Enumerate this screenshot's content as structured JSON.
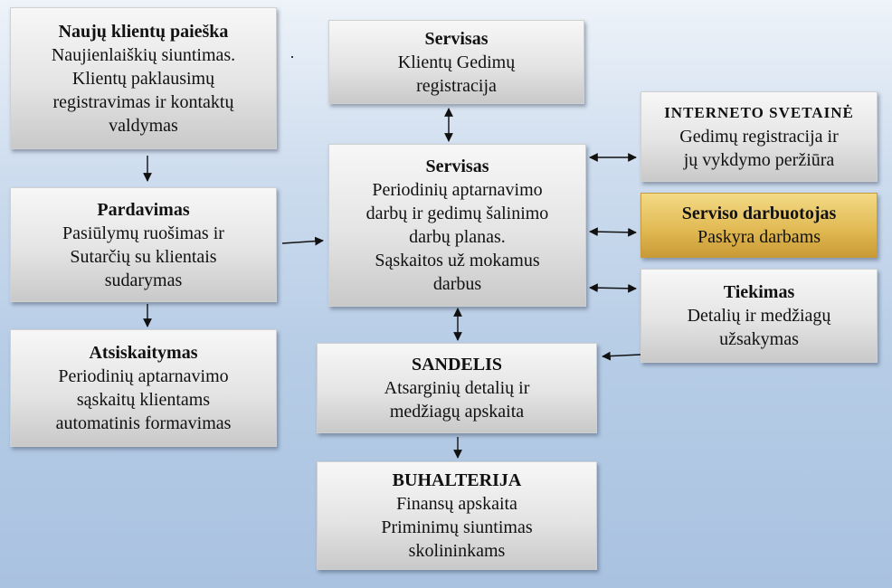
{
  "boxes": {
    "naujuKlientu": {
      "title": "Naujų klientų paieška",
      "lines": [
        "Naujienlaiškių siuntimas.",
        "Klientų paklausimų",
        "registravimas ir kontaktų",
        "valdymas"
      ]
    },
    "pardavimas": {
      "title": "Pardavimas",
      "lines": [
        "Pasiūlymų ruošimas ir",
        "Sutarčių su klientais",
        "sudarymas"
      ]
    },
    "atsiskaitymas": {
      "title": "Atsiskaitymas",
      "lines": [
        "Periodinių aptarnavimo",
        "sąskaitų klientams",
        "automatinis formavimas"
      ]
    },
    "servisasTop": {
      "title": "Servisas",
      "lines": [
        "Klientų Gedimų",
        "registracija"
      ]
    },
    "servisasMain": {
      "title": "Servisas",
      "lines": [
        "Periodinių aptarnavimo",
        "darbų ir gedimų šalinimo",
        "darbų planas.",
        "Sąskaitos už mokamus",
        "darbus"
      ]
    },
    "sandelis": {
      "title": "SANDELIS",
      "lines": [
        "Atsarginių detalių ir",
        "medžiagų apskaita"
      ]
    },
    "buhalterija": {
      "title": "BUHALTERIJA",
      "lines": [
        "Finansų apskaita",
        "Priminimų siuntimas",
        "skolininkams"
      ]
    },
    "internetas": {
      "title": "INTERNETO SVETAINĖ",
      "lines": [
        "Gedimų registracija ir",
        "jų vykdymo peržiūra"
      ]
    },
    "darbuotojas": {
      "title": "Serviso darbuotojas",
      "lines": [
        "Paskyra darbams"
      ]
    },
    "tiekimas": {
      "title": "Tiekimas",
      "lines": [
        "Detalių ir medžiagų",
        "užsakymas"
      ]
    }
  },
  "colors": {
    "box": "#e4e4e4",
    "highlight": "#e2bb55",
    "arrow": "#111111"
  }
}
